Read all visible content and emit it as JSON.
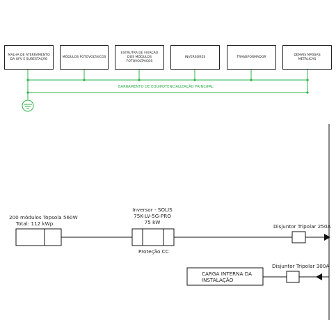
{
  "equipotential": {
    "boxes": [
      "MALHA DE ATERRAMENTO DA UFV E SUBESTAÇÃO",
      "MÓDULOS FOTOVOLTAICOS",
      "ESTRUTRA DE FIXAÇÃO DOS MÓDULOS FOTOVOLTAICOS",
      "INVERSORES",
      "TRANSFORMADOR",
      "DEMAIS MASSAS METÁLICAS"
    ],
    "bar_label": "BARRAMENTO DE EQUIPOTENCIALIZAÇÃO PRINCIPAL",
    "line_color": "#2db24a"
  },
  "single_line": {
    "pv_array": {
      "line1": "200 módulos Topsola 560W",
      "line2": "Total: 112 kWp"
    },
    "inverter": {
      "line1": "Inversor - SOLIS",
      "line2": "75K-LV-5G-PRO",
      "line3": "75 kW"
    },
    "dc_protection": "Proteção CC",
    "breaker_1": "Disjuntor Tripolar 250A",
    "breaker_2": "Disjuntor Tripolar 300A",
    "load": {
      "line1": "CARGA INTERNA DA",
      "line2": "INSTALAÇÃO"
    }
  }
}
